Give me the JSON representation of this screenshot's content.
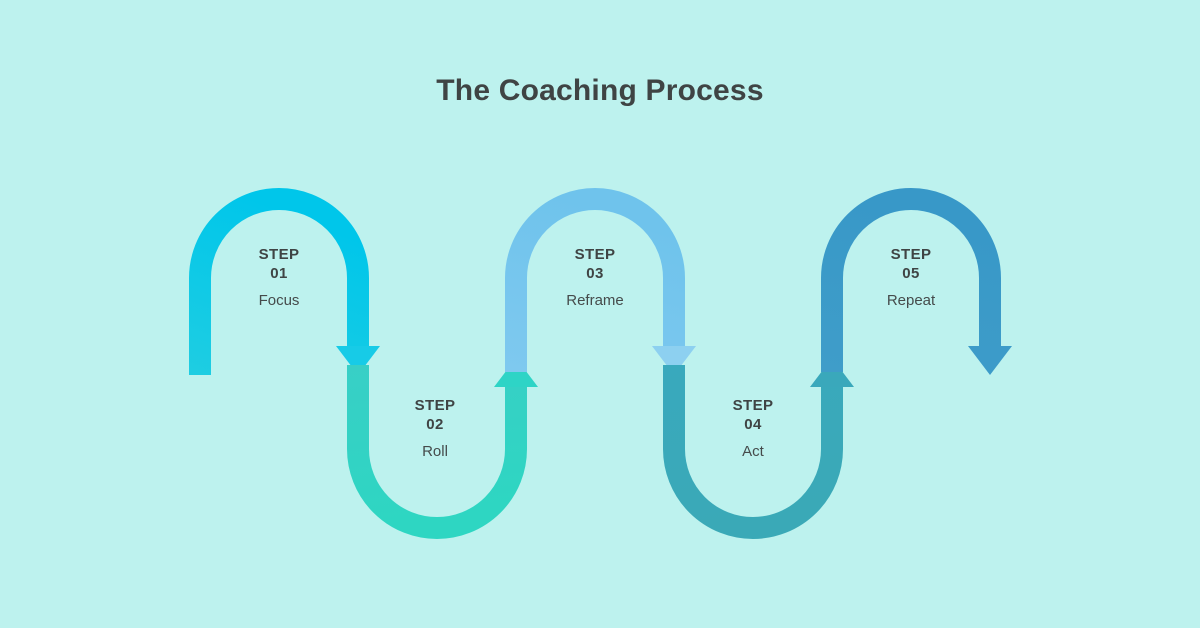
{
  "page": {
    "title": "The Coaching Process",
    "background_color": "#bdf2ee",
    "text_color": "#3f4444"
  },
  "diagram": {
    "type": "serpentine-process-flow",
    "step_word": "STEP",
    "steps": [
      {
        "number": "01",
        "name": "Focus",
        "color": "#00c8e8",
        "shape": "arch-down",
        "arrow": "down",
        "arrow_icon": "arrow-down-icon"
      },
      {
        "number": "02",
        "name": "Roll",
        "color": "#2ed4c6",
        "shape": "u-turn-up",
        "arrow": "up",
        "arrow_icon": "arrow-up-icon"
      },
      {
        "number": "03",
        "name": "Reframe",
        "color": "#7cc9ef",
        "shape": "arch-down",
        "arrow": "down",
        "arrow_icon": "arrow-down-icon"
      },
      {
        "number": "04",
        "name": "Act",
        "color": "#3aa8bb",
        "shape": "u-turn-up",
        "arrow": "up",
        "arrow_icon": "arrow-up-icon"
      },
      {
        "number": "05",
        "name": "Repeat",
        "color": "#3c9bc9",
        "shape": "arch-down",
        "arrow": "down",
        "arrow_icon": "arrow-down-icon"
      }
    ]
  }
}
